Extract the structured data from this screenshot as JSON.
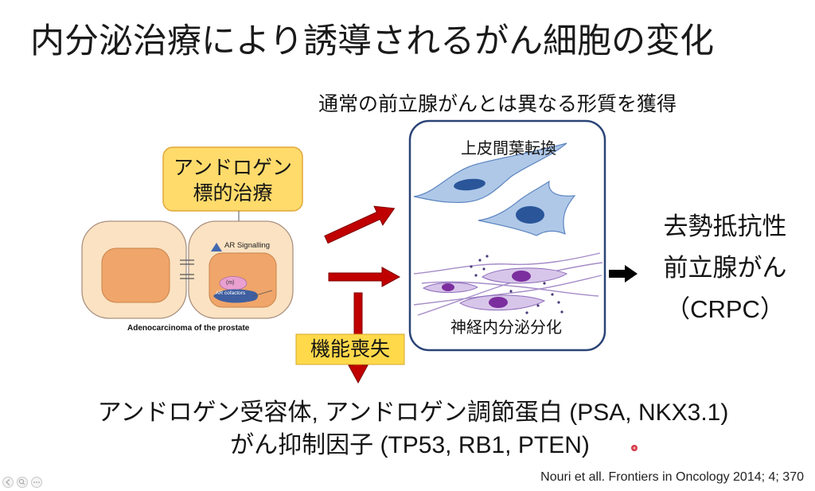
{
  "title": "内分泌治療により誘導されるがん細胞の変化",
  "subtitle": "通常の前立腺がんとは異なる形質を獲得",
  "therapy_box": {
    "line1": "アンドロゲン",
    "line2": "標的治療"
  },
  "cell_figure": {
    "ar_signalling": "AR Signalling",
    "nucleus_label": "(m)",
    "cofactors": "AR cofactors",
    "caption": "Adenocarcinoma of the prostate"
  },
  "loss_box": {
    "label": "機能喪失"
  },
  "transformed_box": {
    "emt_label": "上皮間葉転換",
    "ne_label": "神経内分泌分化"
  },
  "outcome": {
    "line1": "去勢抵抗性",
    "line2": "前立腺がん",
    "line3": "（CRPC）"
  },
  "lost_factors": {
    "line1": "アンドロゲン受容体, アンドロゲン調節蛋白 (PSA, NKX3.1)",
    "line2": "がん抑制因子 (TP53, RB1, PTEN)"
  },
  "citation": "Nouri et all. Frontiers in Oncology 2014; 4; 370",
  "viewer_controls": [
    {
      "icon": "back-icon"
    },
    {
      "icon": "zoom-icon"
    },
    {
      "icon": "more-icon"
    }
  ],
  "colors": {
    "therapy_fill": "#FFDB6B",
    "therapy_stroke": "#E0A83A",
    "loss_fill": "#FFD94A",
    "red_arrow": "#C00000",
    "box_border": "#2B4477",
    "cell_outer": "#FBE2C2",
    "cell_inner": "#F0A56A",
    "emt_cell": "#AFC8E8",
    "emt_nucleus": "#2A5599",
    "ne_cell": "#D8C6EA",
    "ne_nucleus": "#7B2F9E"
  }
}
